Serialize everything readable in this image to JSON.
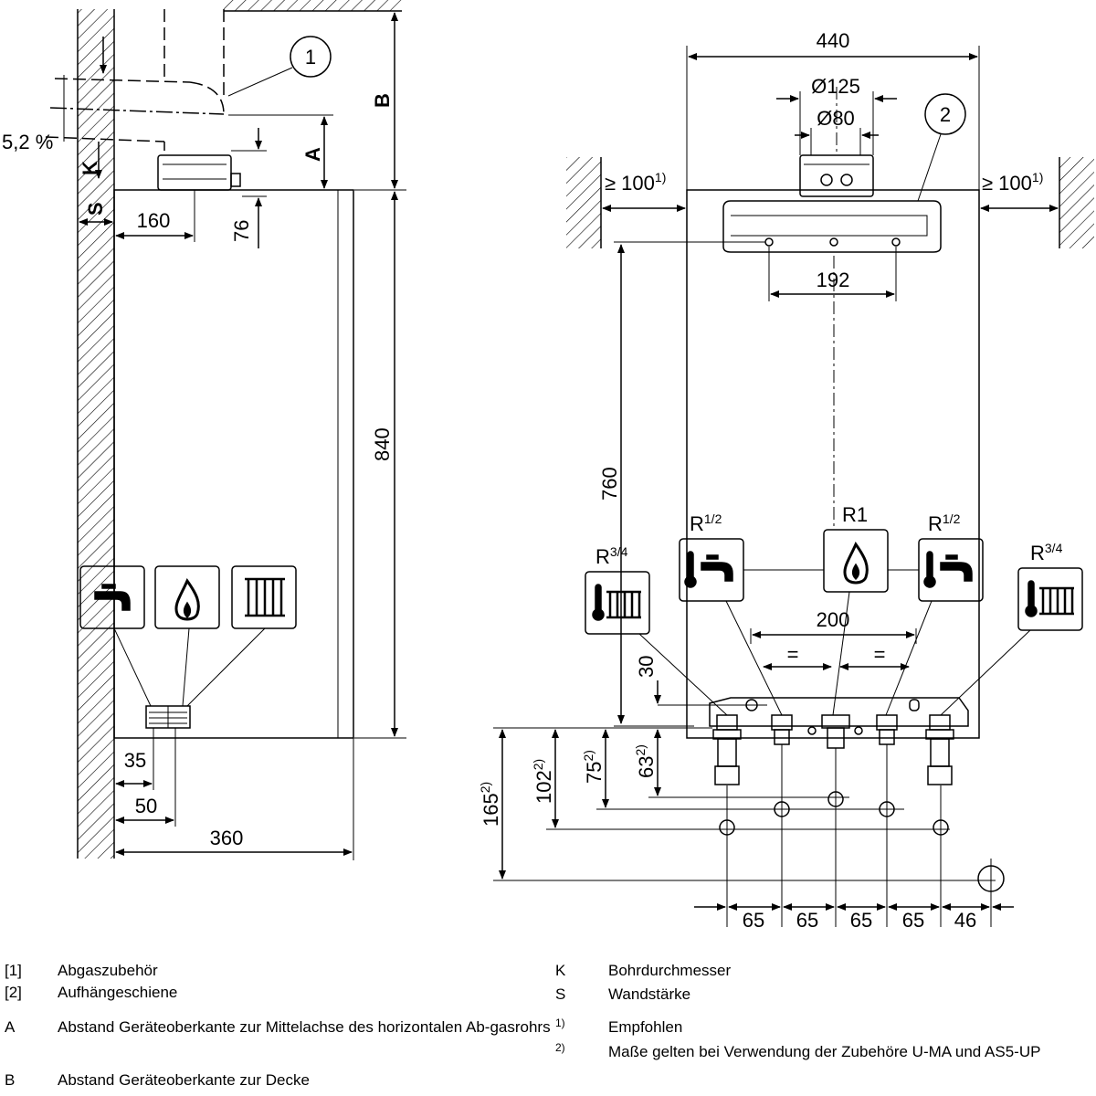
{
  "side_view": {
    "callout_1": "1",
    "slope": "5,2 %",
    "label_K": "K",
    "label_S": "S",
    "label_A": "A",
    "label_B": "B",
    "dim_160": "160",
    "dim_76": "76",
    "dim_840": "840",
    "dim_35": "35",
    "dim_50": "50",
    "dim_360": "360",
    "icons": [
      "tap-icon",
      "flame-icon",
      "radiator-icon"
    ]
  },
  "front_view": {
    "callout_2": "2",
    "dim_440": "440",
    "dim_d125": "Ø125",
    "dim_d80": "Ø80",
    "clearance": "≥ 100",
    "clearance_sup": "1)",
    "dim_192": "192",
    "dim_760": "760",
    "dim_200": "200",
    "equal": "=",
    "dim_30": "30",
    "dim_165": "165",
    "dim_102": "102",
    "dim_75": "75",
    "dim_63": "63",
    "dim_sup_2": "2)",
    "bottom_dims": [
      "65",
      "65",
      "65",
      "65",
      "46"
    ],
    "connections": [
      {
        "thread": "R",
        "frac": "3/4",
        "icon": "thermometer-radiator-icon"
      },
      {
        "thread": "R",
        "frac": "1/2",
        "icon": "thermometer-tap-icon"
      },
      {
        "thread": "R1",
        "frac": "",
        "icon": "flame-icon"
      },
      {
        "thread": "R",
        "frac": "1/2",
        "icon": "thermometer-tap-icon"
      },
      {
        "thread": "R",
        "frac": "3/4",
        "icon": "thermometer-radiator-icon"
      }
    ]
  },
  "legend": {
    "items": [
      {
        "key": "[1]",
        "text": "Abgaszubehör"
      },
      {
        "key": "[2]",
        "text": "Aufhängeschiene"
      },
      {
        "key": "A",
        "text": "Abstand Geräteoberkante zur Mittelachse des horizontalen Ab-gasrohrs"
      },
      {
        "key": "B",
        "text": "Abstand Geräteoberkante zur Decke"
      },
      {
        "key": "K",
        "text": "Bohrdurchmesser"
      },
      {
        "key": "S",
        "text": "Wandstärke"
      },
      {
        "key": "1)",
        "text": "Empfohlen"
      },
      {
        "key": "2)",
        "text": "Maße gelten bei Verwendung der Zubehöre U-MA und AS5-UP"
      }
    ]
  }
}
